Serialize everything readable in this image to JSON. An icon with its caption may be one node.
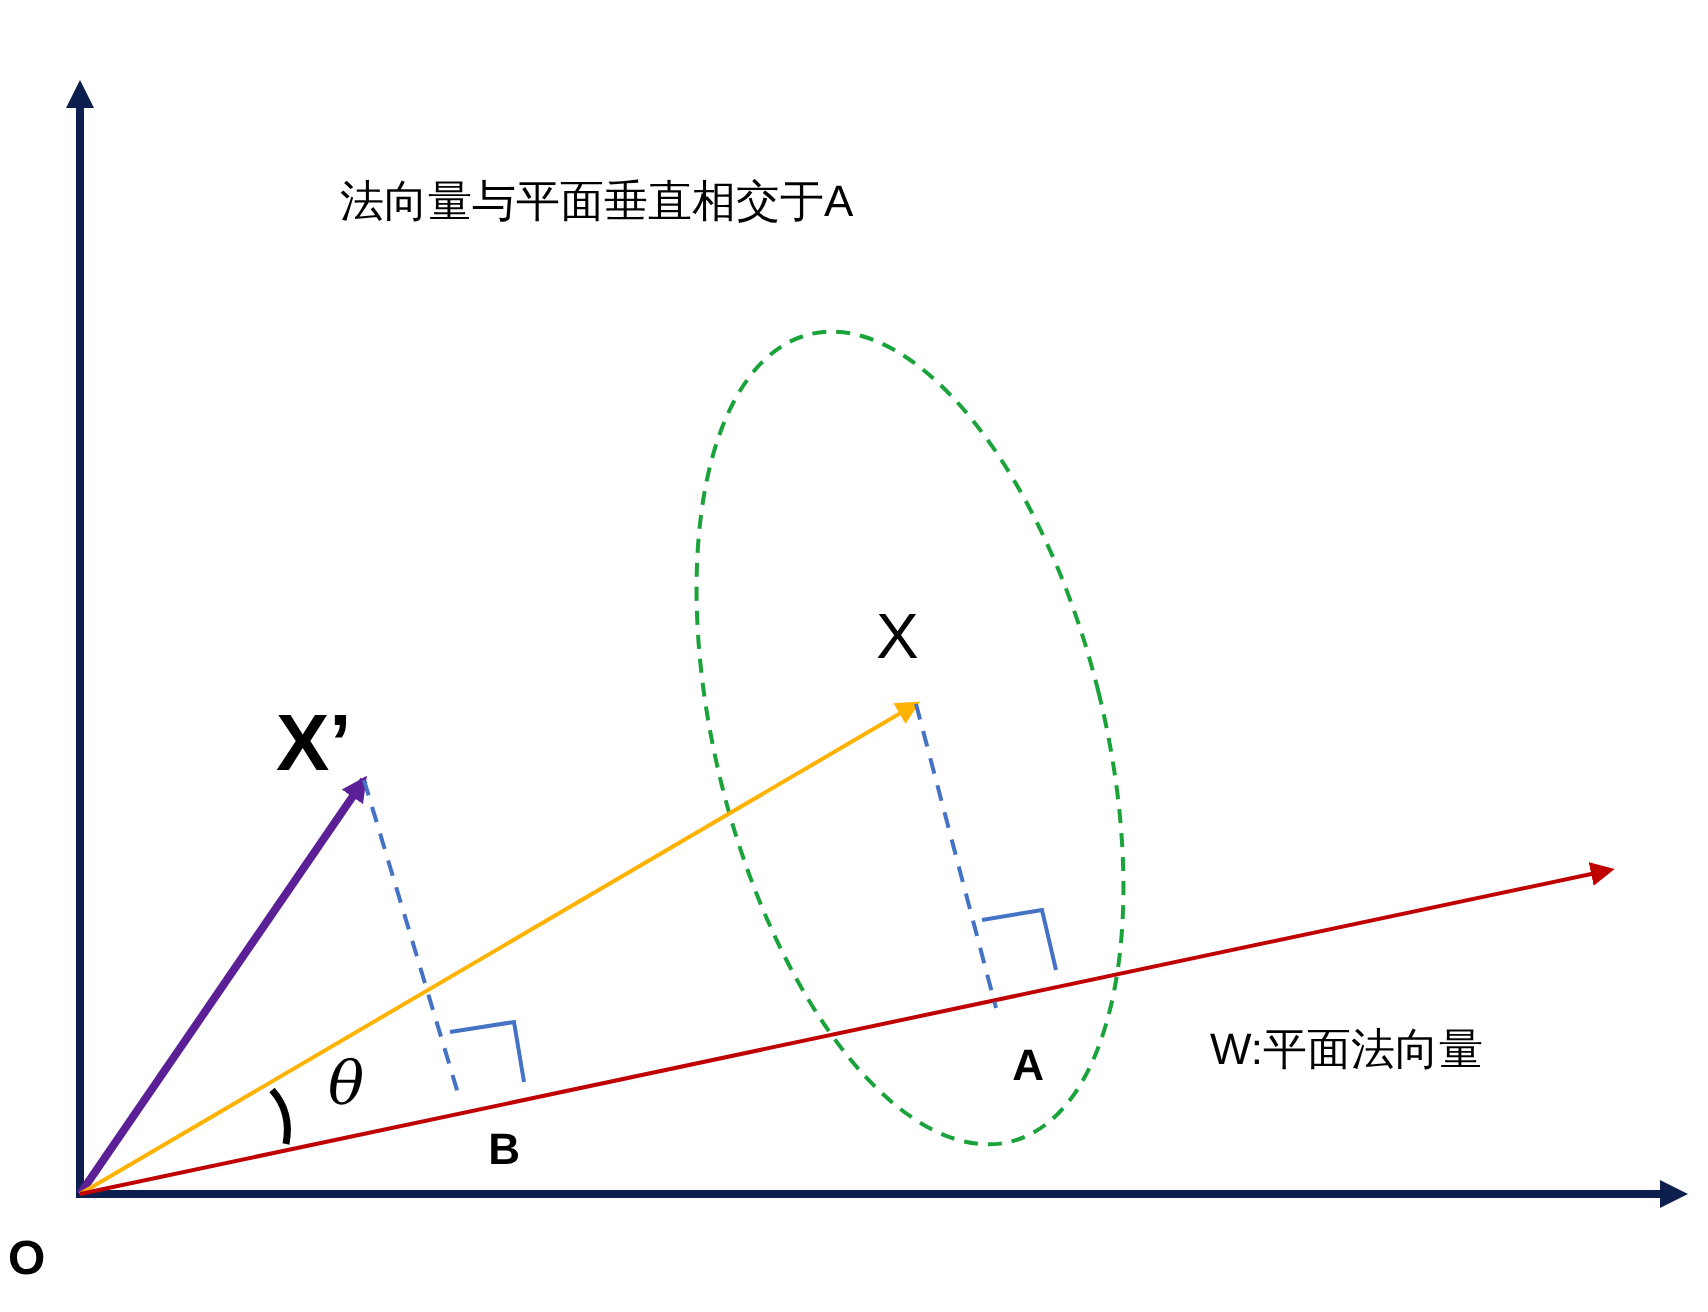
{
  "diagram": {
    "nodes": [
      {
        "text": [
          "O"
        ]
      },
      {
        "text": [
          "X’"
        ]
      },
      {
        "text": [
          "X"
        ]
      },
      {
        "text": [
          "B"
        ]
      },
      {
        "text": [
          "A"
        ]
      }
    ],
    "edges": [
      {
        "from": 0,
        "to": 1,
        "arrow": "to",
        "style": "thick",
        "color": "#5b1f96"
      },
      {
        "from": 0,
        "to": 2,
        "arrow": "to",
        "color": "#ffb300"
      },
      {
        "from": 0,
        "to": null,
        "arrow": "to",
        "color": "#c00000"
      },
      {
        "from": 1,
        "to": 3,
        "arrow": "none",
        "style": "dashed",
        "color": "#4472c4"
      },
      {
        "from": 2,
        "to": 4,
        "arrow": "none",
        "style": "dashed",
        "color": "#4472c4"
      }
    ],
    "labels": [
      "法向量与平面垂直相交于A",
      "θ",
      "W:平面法向量"
    ]
  }
}
